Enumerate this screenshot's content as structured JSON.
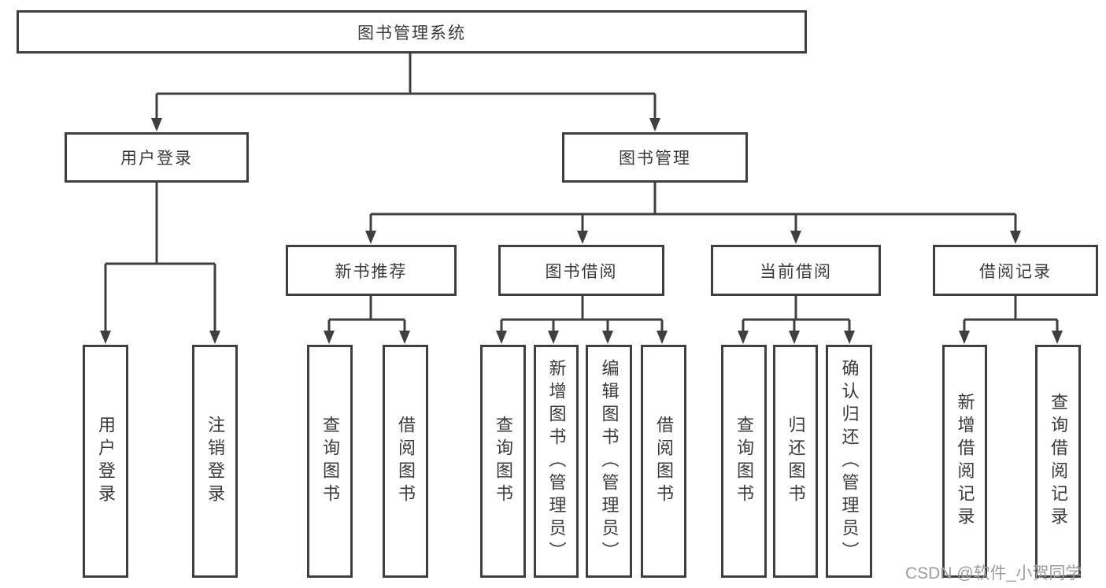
{
  "diagram": {
    "type": "function-structure-tree",
    "tree": {
      "root": {
        "label": "图书管理系统"
      },
      "branches": [
        {
          "label": "用户登录",
          "children": [
            {
              "label": "用户登录"
            },
            {
              "label": "注销登录"
            }
          ]
        },
        {
          "label": "图书管理",
          "children": [
            {
              "label": "新书推荐",
              "children": [
                {
                  "label": "查询图书"
                },
                {
                  "label": "借阅图书"
                }
              ]
            },
            {
              "label": "图书借阅",
              "children": [
                {
                  "label": "查询图书"
                },
                {
                  "label": "新增图书（管理员）"
                },
                {
                  "label": "编辑图书（管理员）"
                },
                {
                  "label": "借阅图书"
                }
              ]
            },
            {
              "label": "当前借阅",
              "children": [
                {
                  "label": "查询图书"
                },
                {
                  "label": "归还图书"
                },
                {
                  "label": "确认归还（管理员）"
                }
              ]
            },
            {
              "label": "借阅记录",
              "children": [
                {
                  "label": "新增借阅记录"
                },
                {
                  "label": "查询借阅记录"
                }
              ]
            }
          ]
        }
      ]
    },
    "colors": {
      "line": "#3f3f3f",
      "box_border": "#3f3f3f",
      "box_fill": "#ffffff",
      "text": "#3a3a3a",
      "watermark": "#9c9c9c",
      "background": "#ffffff"
    }
  },
  "watermark": "CSDN @软件_小贺同学"
}
